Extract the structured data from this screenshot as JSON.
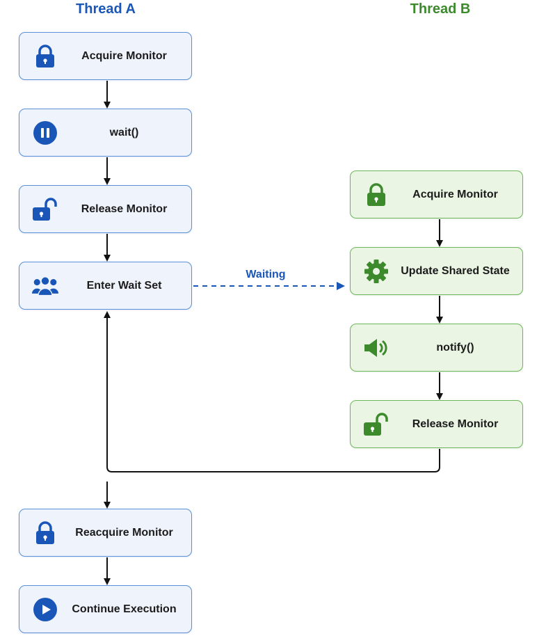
{
  "threads": {
    "a": {
      "title": "Thread A",
      "color": "#1a56b8",
      "steps": [
        {
          "label": "Acquire Monitor",
          "icon": "lock-closed-icon"
        },
        {
          "label": "wait()",
          "icon": "pause-icon"
        },
        {
          "label": "Release Monitor",
          "icon": "lock-open-icon"
        },
        {
          "label": "Enter Wait Set",
          "icon": "users-icon"
        },
        {
          "label": "Reacquire Monitor",
          "icon": "lock-closed-icon"
        },
        {
          "label": "Continue Execution",
          "icon": "play-icon"
        }
      ]
    },
    "b": {
      "title": "Thread B",
      "color": "#3c8a2c",
      "steps": [
        {
          "label": "Acquire Monitor",
          "icon": "lock-closed-icon"
        },
        {
          "label": "Update Shared State",
          "icon": "gear-icon"
        },
        {
          "label": "notify()",
          "icon": "speaker-icon"
        },
        {
          "label": "Release Monitor",
          "icon": "lock-open-icon"
        }
      ]
    }
  },
  "waiting_label": "Waiting"
}
